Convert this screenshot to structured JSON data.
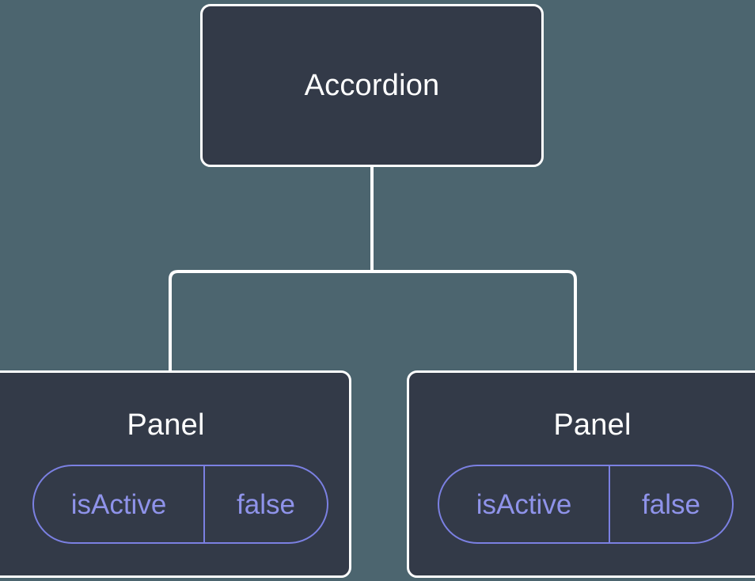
{
  "diagram": {
    "type": "component-tree",
    "background_color": "#4c656f",
    "node_fill_color": "#333a48",
    "node_border_color": "#ffffff",
    "connector_color": "#ffffff",
    "badge_color": "#7b80e2",
    "badge_text_color": "#8f93ea",
    "title_color": "#ffffff",
    "root": {
      "label": "Accordion"
    },
    "children": [
      {
        "label": "Panel",
        "prop": {
          "key": "isActive",
          "value": "false"
        }
      },
      {
        "label": "Panel",
        "prop": {
          "key": "isActive",
          "value": "false"
        }
      }
    ]
  }
}
